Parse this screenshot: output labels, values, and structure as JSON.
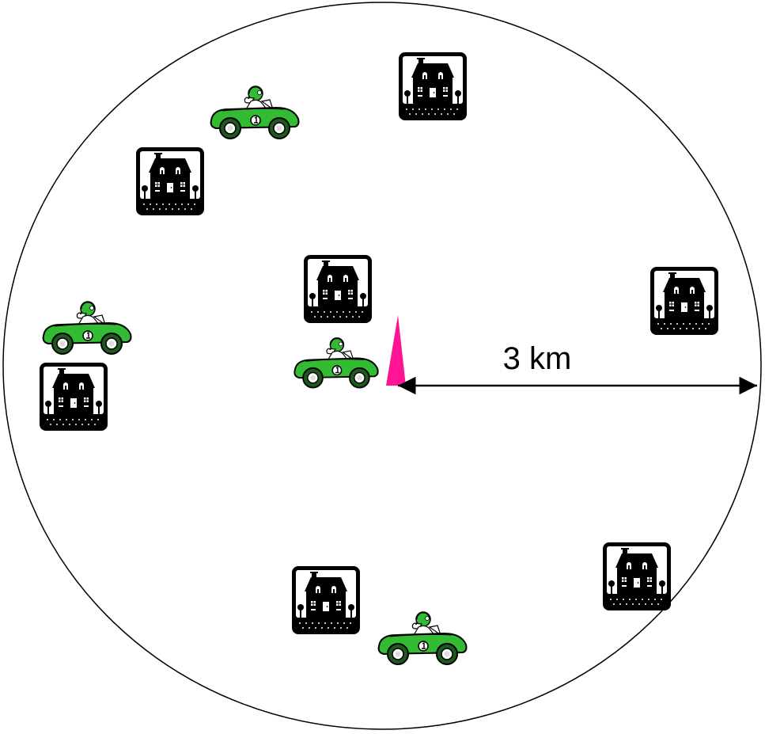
{
  "radius_label": "3 km",
  "colors": {
    "car_body": "#33bb33",
    "car_dark": "#1e5a1e",
    "antenna": "#ff1493",
    "house": "#000000",
    "boundary": "#000000"
  },
  "icons": {
    "house": "house-icon",
    "car": "car-icon",
    "antenna": "base-station-icon"
  },
  "counts": {
    "houses": 7,
    "cars": 4
  }
}
